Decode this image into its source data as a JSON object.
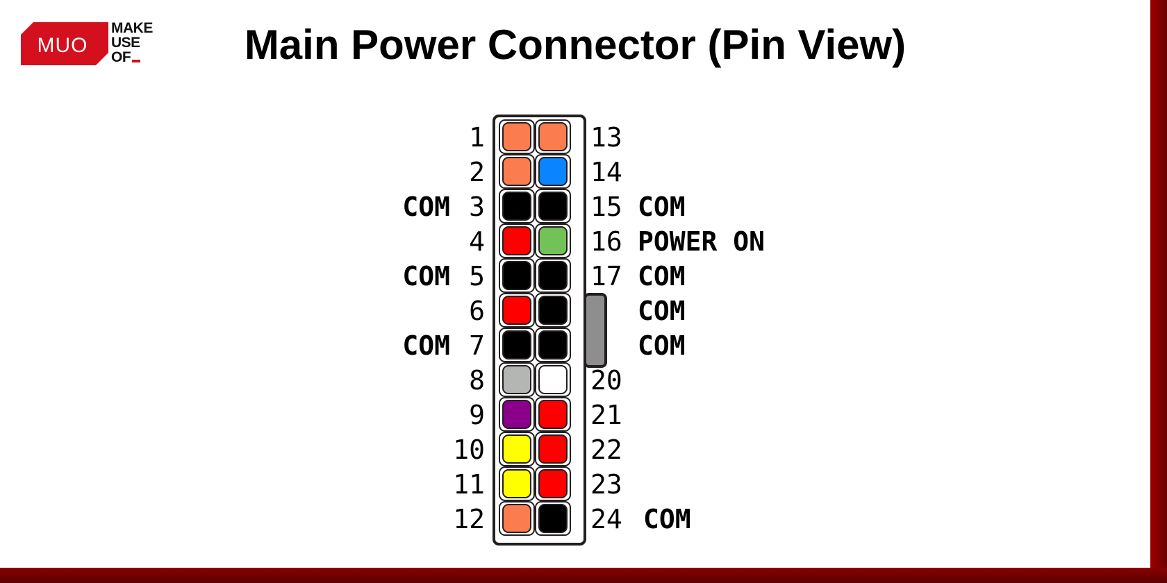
{
  "logo": {
    "badge_text": "MUO",
    "lines": [
      "MAKE",
      "USE",
      "OF"
    ]
  },
  "title": "Main Power Connector (Pin View)",
  "colors": {
    "frame": "#8f0000",
    "orange": "#fb7c4e",
    "blue": "#0a84ff",
    "black": "#000000",
    "red": "#ff0000",
    "green": "#73c257",
    "gray": "#b3b6b3",
    "white": "#ffffff",
    "purple": "#8b008b",
    "yellow": "#ffff00"
  },
  "left_pins": [
    {
      "num": "1",
      "label": "",
      "color": "orange"
    },
    {
      "num": "2",
      "label": "",
      "color": "orange"
    },
    {
      "num": "3",
      "label": "COM",
      "color": "black"
    },
    {
      "num": "4",
      "label": "",
      "color": "red"
    },
    {
      "num": "5",
      "label": "COM",
      "color": "black"
    },
    {
      "num": "6",
      "label": "",
      "color": "red"
    },
    {
      "num": "7",
      "label": "COM",
      "color": "black"
    },
    {
      "num": "8",
      "label": "",
      "color": "gray"
    },
    {
      "num": "9",
      "label": "",
      "color": "purple"
    },
    {
      "num": "10",
      "label": "",
      "color": "yellow"
    },
    {
      "num": "11",
      "label": "",
      "color": "yellow"
    },
    {
      "num": "12",
      "label": "",
      "color": "orange"
    }
  ],
  "right_pins": [
    {
      "num": "13",
      "label": "",
      "color": "orange"
    },
    {
      "num": "14",
      "label": "",
      "color": "blue"
    },
    {
      "num": "15",
      "label": "COM",
      "color": "black"
    },
    {
      "num": "16",
      "label": "POWER ON",
      "color": "green"
    },
    {
      "num": "17",
      "label": "COM",
      "color": "black"
    },
    {
      "num": "",
      "label": "COM",
      "color": "black"
    },
    {
      "num": "",
      "label": "COM",
      "color": "black"
    },
    {
      "num": "20",
      "label": "",
      "color": "white"
    },
    {
      "num": "21",
      "label": "",
      "color": "red"
    },
    {
      "num": "22",
      "label": "",
      "color": "red"
    },
    {
      "num": "23",
      "label": "",
      "color": "red"
    },
    {
      "num": "24",
      "label": "COM",
      "color": "black"
    }
  ]
}
